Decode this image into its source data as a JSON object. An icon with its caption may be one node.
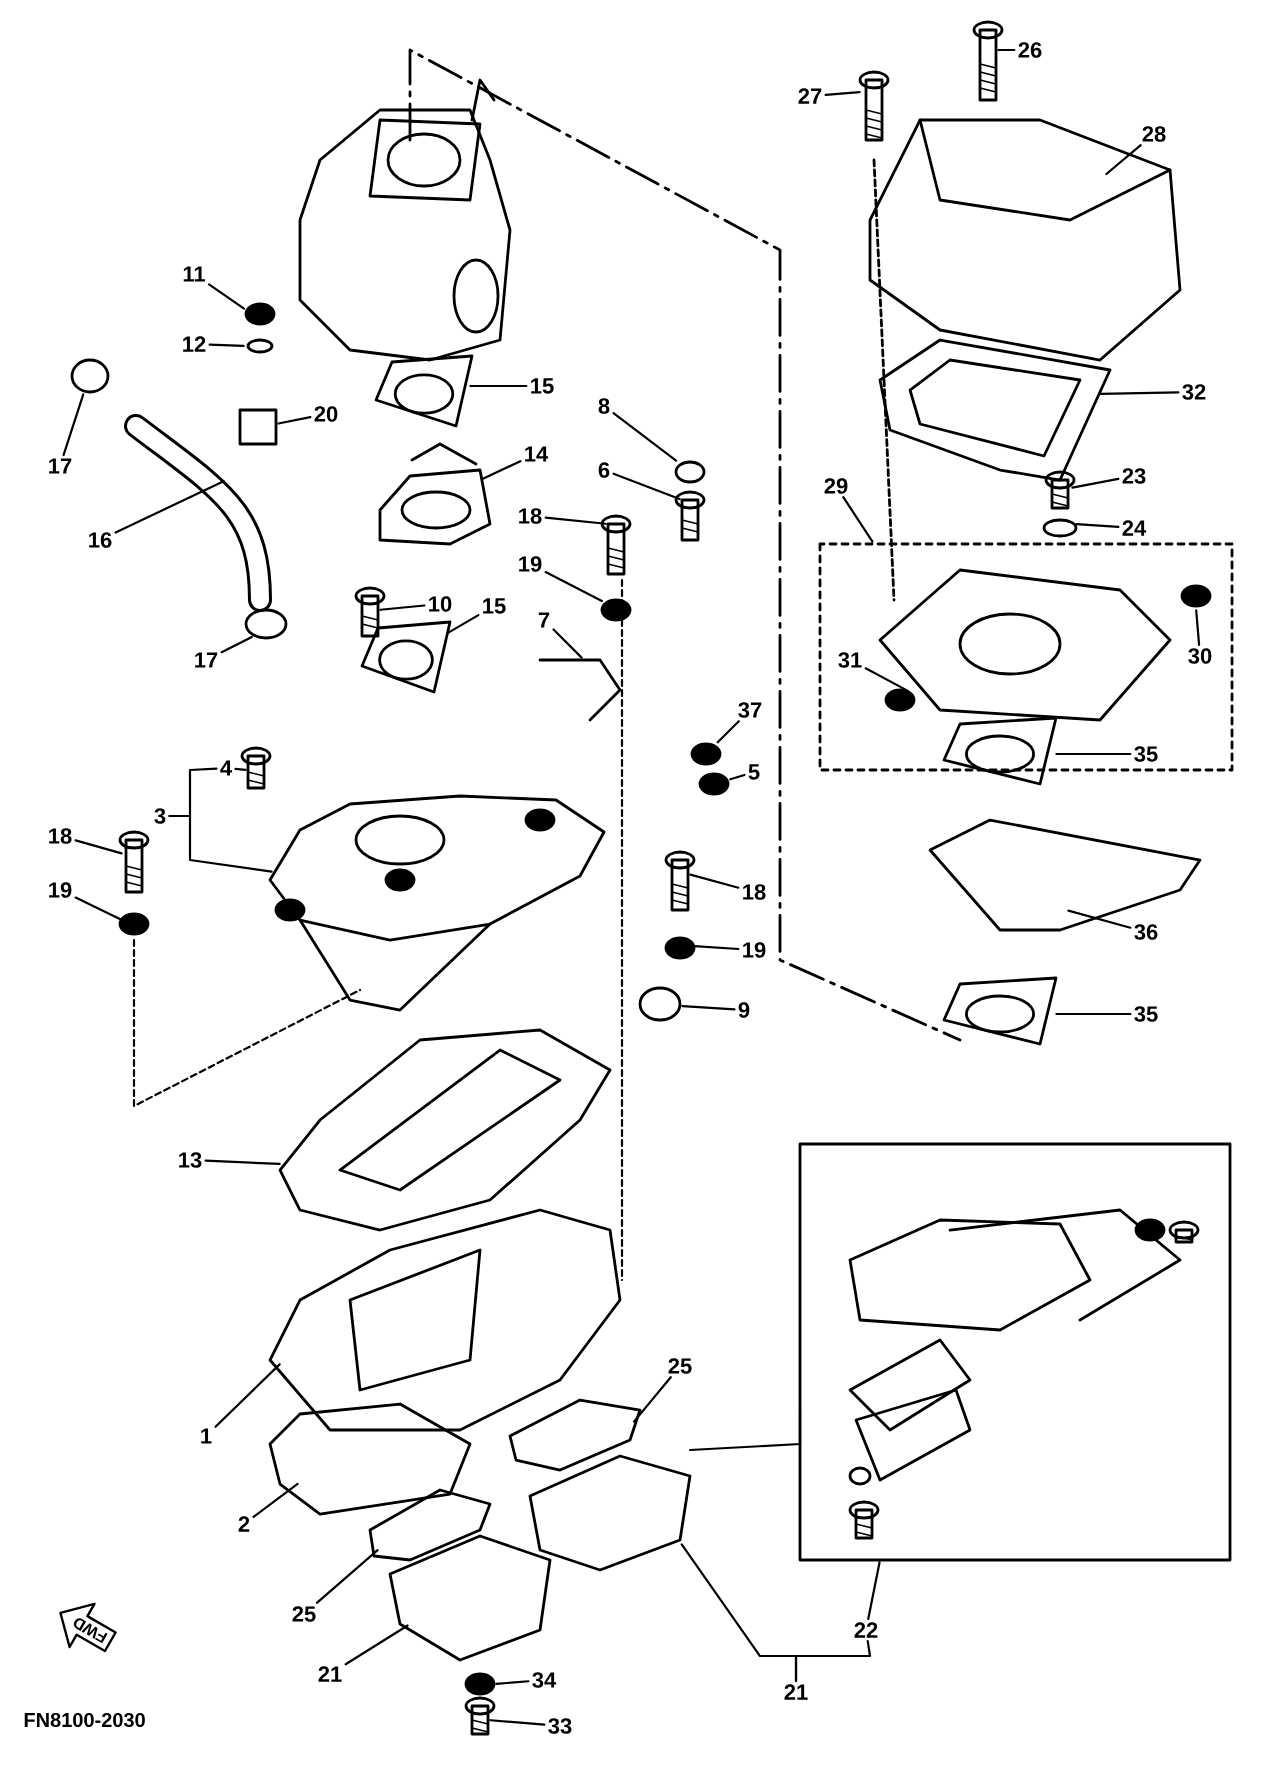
{
  "diagram": {
    "nodes": [
      {
        "text": [
          "11"
        ]
      },
      {
        "text": [
          "12"
        ]
      },
      {
        "text": [
          "17"
        ]
      },
      {
        "text": [
          "16"
        ]
      },
      {
        "text": [
          "17"
        ]
      },
      {
        "text": [
          "20"
        ]
      },
      {
        "text": [
          "15"
        ]
      },
      {
        "text": [
          "14"
        ]
      },
      {
        "text": [
          "10"
        ]
      },
      {
        "text": [
          "15"
        ]
      },
      {
        "text": [
          "8"
        ]
      },
      {
        "text": [
          "6"
        ]
      },
      {
        "text": [
          "18"
        ]
      },
      {
        "text": [
          "19"
        ]
      },
      {
        "text": [
          "7"
        ]
      },
      {
        "text": [
          "37"
        ]
      },
      {
        "text": [
          "5"
        ]
      },
      {
        "text": [
          "4"
        ]
      },
      {
        "text": [
          "3"
        ]
      },
      {
        "text": [
          "18"
        ]
      },
      {
        "text": [
          "19"
        ]
      },
      {
        "text": [
          "18"
        ]
      },
      {
        "text": [
          "19"
        ]
      },
      {
        "text": [
          "9"
        ]
      },
      {
        "text": [
          "13"
        ]
      },
      {
        "text": [
          "1"
        ]
      },
      {
        "text": [
          "2"
        ]
      },
      {
        "text": [
          "25"
        ]
      },
      {
        "text": [
          "25"
        ]
      },
      {
        "text": [
          "21"
        ]
      },
      {
        "text": [
          "34"
        ]
      },
      {
        "text": [
          "33"
        ]
      },
      {
        "text": [
          "21"
        ]
      },
      {
        "text": [
          "22"
        ]
      },
      {
        "text": [
          "27"
        ]
      },
      {
        "text": [
          "26"
        ]
      },
      {
        "text": [
          "28"
        ]
      },
      {
        "text": [
          "32"
        ]
      },
      {
        "text": [
          "29"
        ]
      },
      {
        "text": [
          "23"
        ]
      },
      {
        "text": [
          "24"
        ]
      },
      {
        "text": [
          "31"
        ],
        "in": 85
      },
      {
        "text": [
          "30"
        ],
        "in": 85
      },
      {
        "text": [
          "35"
        ],
        "in": 85
      },
      {
        "text": [
          "36"
        ]
      },
      {
        "text": [
          "35"
        ]
      },
      {
        "text": [
          "FWD"
        ]
      },
      {
        "text": [],
        "shape": "circle"
      },
      {
        "text": [],
        "shape": "circle"
      },
      {
        "text": [],
        "shape": "circle"
      },
      {
        "text": [],
        "shape": "picture"
      },
      {
        "text": [],
        "shape": "circle"
      },
      {
        "text": [],
        "shape": "box"
      },
      {
        "text": [],
        "shape": "picture"
      },
      {
        "text": [],
        "shape": "picture"
      },
      {
        "text": [],
        "shape": "picture"
      },
      {
        "text": [],
        "shape": "picture"
      },
      {
        "text": [],
        "shape": "circle"
      },
      {
        "text": [],
        "shape": "picture"
      },
      {
        "text": [],
        "shape": "picture"
      },
      {
        "text": [],
        "shape": "circle"
      },
      {
        "text": [],
        "shape": "picture"
      },
      {
        "text": [],
        "shape": "circle"
      },
      {
        "text": [],
        "shape": "circle"
      },
      {
        "text": [],
        "shape": "picture"
      },
      {
        "text": [],
        "shape": "picture"
      },
      {
        "text": [],
        "shape": "picture"
      },
      {
        "text": [],
        "shape": "circle"
      },
      {
        "text": [],
        "shape": "picture"
      },
      {
        "text": [],
        "shape": "circle"
      },
      {
        "text": [],
        "shape": "circle"
      },
      {
        "text": [],
        "shape": "picture"
      },
      {
        "text": [],
        "shape": "picture"
      },
      {
        "text": [],
        "shape": "picture"
      },
      {
        "text": [],
        "shape": "picture"
      },
      {
        "text": [],
        "shape": "picture"
      },
      {
        "text": [],
        "shape": "picture"
      },
      {
        "text": [],
        "shape": "circle"
      },
      {
        "text": [],
        "shape": "picture"
      },
      {
        "text": [],
        "shape": "picture"
      },
      {
        "text": [],
        "shape": "box"
      },
      {
        "text": [],
        "shape": "picture"
      },
      {
        "text": [],
        "shape": "picture"
      },
      {
        "text": [],
        "shape": "picture"
      },
      {
        "text": [],
        "shape": "picture"
      },
      {
        "text": [],
        "shape": "box"
      },
      {
        "text": [],
        "shape": "picture"
      },
      {
        "text": [],
        "shape": "circle"
      },
      {
        "text": [],
        "shape": "circle",
        "in": 85
      },
      {
        "text": [],
        "shape": "circle",
        "in": 85
      },
      {
        "text": [],
        "shape": "picture"
      },
      {
        "text": [],
        "shape": "picture"
      },
      {
        "text": [],
        "shape": "picture"
      }
    ],
    "edges": [
      {
        "from": 0,
        "to": 47,
        "arrow": "none"
      },
      {
        "from": 1,
        "to": 48,
        "arrow": "none"
      },
      {
        "from": 2,
        "to": 49,
        "arrow": "none"
      },
      {
        "from": 3,
        "to": 50,
        "arrow": "none"
      },
      {
        "from": 4,
        "to": 51,
        "arrow": "none"
      },
      {
        "from": 5,
        "to": 52,
        "arrow": "none"
      },
      {
        "from": 6,
        "to": 53,
        "arrow": "none"
      },
      {
        "from": 7,
        "to": 54,
        "arrow": "none"
      },
      {
        "from": 8,
        "to": 55,
        "arrow": "none"
      },
      {
        "from": 9,
        "to": 56,
        "arrow": "none"
      },
      {
        "from": 10,
        "to": 57,
        "arrow": "none"
      },
      {
        "from": 11,
        "to": 58,
        "arrow": "none"
      },
      {
        "from": 12,
        "to": 59,
        "arrow": "none"
      },
      {
        "from": 13,
        "to": 60,
        "arrow": "none"
      },
      {
        "from": 14,
        "to": 61,
        "arrow": "none"
      },
      {
        "from": 15,
        "to": 62,
        "arrow": "none"
      },
      {
        "from": 16,
        "to": 63,
        "arrow": "none"
      },
      {
        "from": 17,
        "to": 64,
        "arrow": "none"
      },
      {
        "from": 18,
        "to": 65,
        "arrow": "none"
      },
      {
        "from": 19,
        "to": 66,
        "arrow": "none"
      },
      {
        "from": 20,
        "to": 67,
        "arrow": "none"
      },
      {
        "from": 21,
        "to": 68,
        "arrow": "none"
      },
      {
        "from": 22,
        "to": 69,
        "arrow": "none"
      },
      {
        "from": 23,
        "to": 70,
        "arrow": "none"
      },
      {
        "from": 24,
        "to": 71,
        "arrow": "none"
      },
      {
        "from": 25,
        "to": 72,
        "arrow": "none"
      },
      {
        "from": 26,
        "to": 73,
        "arrow": "none"
      },
      {
        "from": 27,
        "to": 74,
        "arrow": "none"
      },
      {
        "from": 28,
        "to": 75,
        "arrow": "none"
      },
      {
        "from": 29,
        "to": 76,
        "arrow": "none"
      },
      {
        "from": 30,
        "to": 77,
        "arrow": "none"
      },
      {
        "from": 31,
        "to": 78,
        "arrow": "none"
      },
      {
        "from": 32,
        "to": 79,
        "arrow": "none"
      },
      {
        "from": 33,
        "to": 80,
        "arrow": "none"
      },
      {
        "from": 34,
        "to": 81,
        "arrow": "none"
      },
      {
        "from": 35,
        "to": 82,
        "arrow": "none"
      },
      {
        "from": 36,
        "to": 83,
        "arrow": "none"
      },
      {
        "from": 37,
        "to": 84,
        "arrow": "none"
      },
      {
        "from": 38,
        "to": 85,
        "arrow": "none"
      },
      {
        "from": 39,
        "to": 86,
        "arrow": "none"
      },
      {
        "from": 40,
        "to": 87,
        "arrow": "none"
      },
      {
        "from": 41,
        "to": 88,
        "arrow": "none"
      },
      {
        "from": 42,
        "to": 89,
        "arrow": "none"
      },
      {
        "from": 43,
        "to": 90,
        "arrow": "none"
      },
      {
        "from": 44,
        "to": 91,
        "arrow": "none"
      },
      {
        "from": 45,
        "to": 92,
        "arrow": "none"
      },
      {
        "from": 32,
        "to": 33,
        "arrow": "none"
      },
      {
        "from": 18,
        "to": 17,
        "arrow": "none"
      },
      {
        "from": 79,
        "to": 80,
        "arrow": "none"
      },
      {
        "from": 59,
        "to": 72,
        "arrow": "none",
        "style": "dashed"
      },
      {
        "from": 67,
        "to": 65,
        "arrow": "none",
        "style": "dashed"
      }
    ],
    "labels": [
      "FN8100-2030"
    ]
  }
}
